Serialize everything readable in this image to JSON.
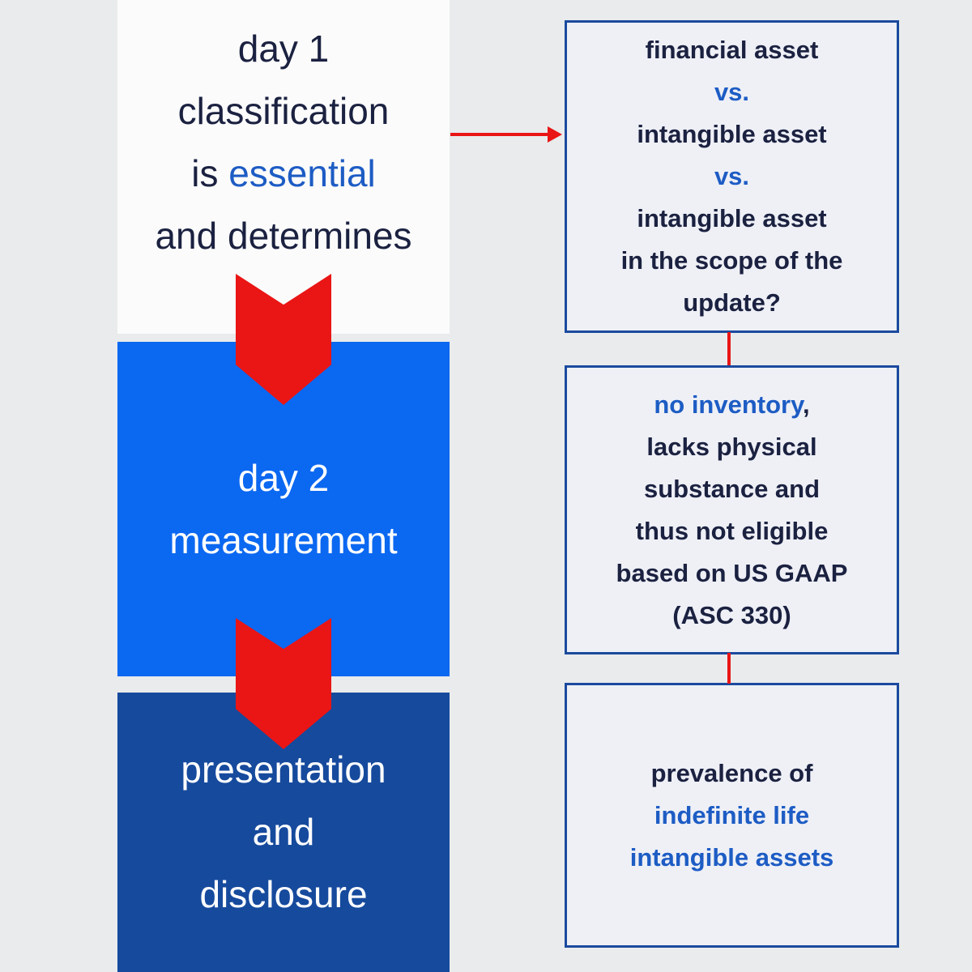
{
  "colors": {
    "background": "#e9ebec",
    "white_box_bg": "#fbfbfb",
    "bright_blue": "#0b68f1",
    "dark_blue": "#164a9d",
    "red": "#ea1515",
    "navy_text": "#1b2140",
    "blue_text": "#1d5cc4",
    "panel_bg": "#eef0f6",
    "panel_border": "#1b4a9e"
  },
  "left": {
    "step1": {
      "line1": "day 1",
      "line2": "classification",
      "line3_prefix": "is ",
      "line3_highlight": "essential",
      "line4": "and determines"
    },
    "step2": {
      "line1": "day 2",
      "line2": "measurement"
    },
    "step3": {
      "line1": "presentation",
      "line2": "and",
      "line3": "disclosure"
    }
  },
  "right": {
    "box1": {
      "line1": "financial asset",
      "line2": "vs.",
      "line3": "intangible asset",
      "line4": "vs.",
      "line5": "intangible asset",
      "line6": "in the scope of the",
      "line7": "update?"
    },
    "box2": {
      "line1_highlight": "no inventory",
      "line1_rest": ",",
      "line2": "lacks physical",
      "line3": "substance and",
      "line4": "thus not eligible",
      "line5": "based on US GAAP",
      "line6": "(ASC 330)"
    },
    "box3": {
      "line1": "prevalence of",
      "line2": "indefinite life",
      "line3": "intangible assets"
    }
  }
}
